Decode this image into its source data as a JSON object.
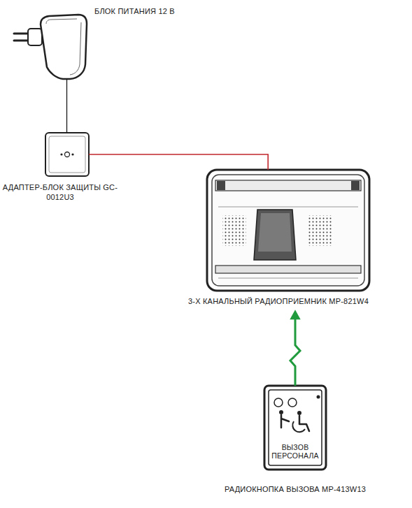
{
  "diagram": {
    "nodes": [
      {
        "text": [
          "БЛОК ПИТАНИЯ 12 В"
        ]
      },
      {
        "text": [
          "АДАПТЕР-БЛОК ЗАЩИТЫ GC-0012U3"
        ]
      },
      {
        "text": [
          "3-Х КАНАЛЬНЫЙ РАДИОПРИЕМНИК MP-821W4"
        ]
      },
      {
        "text": [
          "ВЫЗОВ ПЕРСОНАЛА",
          "РАДИОКНОПКА ВЫЗОВА MP-413W13"
        ]
      }
    ],
    "edges": [
      {
        "from": 0,
        "to": 1,
        "arrow": "none"
      },
      {
        "from": 1,
        "to": 2,
        "arrow": "none"
      },
      {
        "from": 3,
        "to": 2,
        "arrow": "to"
      }
    ]
  }
}
